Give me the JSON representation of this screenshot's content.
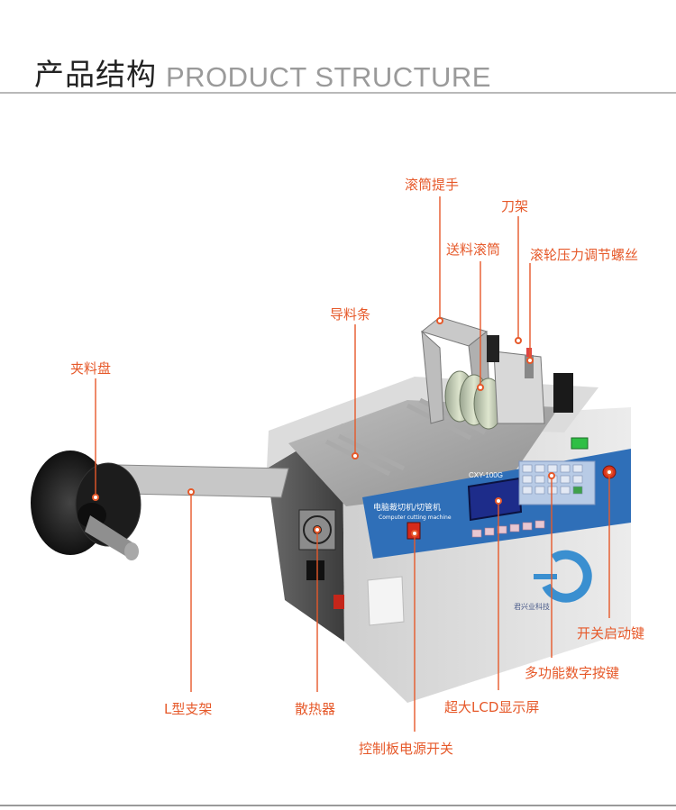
{
  "header": {
    "title_cn": "产品结构",
    "title_en": "PRODUCT STRUCTURE"
  },
  "machine": {
    "panel_model": "CXY-100G",
    "panel_name_cn": "电脑裁切机/切管机",
    "panel_name_en": "Computer cutting machine",
    "brand": "君兴业科技"
  },
  "callouts": {
    "roller_handle": "滚筒提手",
    "blade_holder": "刀架",
    "feed_roller": "送料滚筒",
    "pressure_screw": "滚轮压力调节螺丝",
    "guide_bar": "导料条",
    "reel": "夹料盘",
    "l_bracket": "L型支架",
    "heat_sink": "散热器",
    "lcd": "超大LCD显示屏",
    "power_switch": "控制板电源开关",
    "keypad": "多功能数字按键",
    "start_key": "开关启动键"
  },
  "colors": {
    "accent": "#e6592a",
    "panel_blue": "#2f6fb8",
    "machine_body": "#e4e4e4"
  }
}
